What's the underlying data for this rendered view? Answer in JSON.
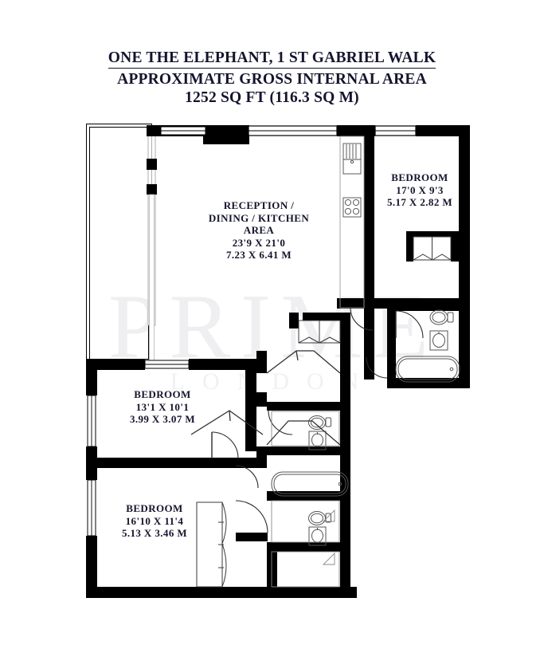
{
  "document": {
    "type": "floor-plan",
    "title_line_1": "ONE THE ELEPHANT, 1 ST GABRIEL WALK",
    "title_line_2": "APPROXIMATE GROSS INTERNAL AREA",
    "title_line_3": "1252 SQ FT (116.3 SQ M)",
    "area_sq_ft": "1252",
    "area_sq_m": "116.3"
  },
  "watermark": {
    "line_1": "PRIME",
    "line_2": "LONDON",
    "color": "#efeff2"
  },
  "rooms": [
    {
      "id": "reception-dining-kitchen",
      "name_line_1": "RECEPTION /",
      "name_line_2": "DINING / KITCHEN",
      "name_line_3": "AREA",
      "dims_imperial": "23'9 X 21'0",
      "dims_metric": "7.23 X 6.41 M"
    },
    {
      "id": "bedroom-1",
      "name": "BEDROOM",
      "dims_imperial": "17'0 X 9'3",
      "dims_metric": "5.17 X 2.82 M"
    },
    {
      "id": "bedroom-2",
      "name": "BEDROOM",
      "dims_imperial": "13'1 X 10'1",
      "dims_metric": "3.99 X 3.07 M"
    },
    {
      "id": "bedroom-3",
      "name": "BEDROOM",
      "dims_imperial": "16'10 X 11'4",
      "dims_metric": "5.13 X 3.46 M"
    }
  ],
  "fixtures": [
    {
      "id": "kitchen-sink",
      "icon": "sink-icon"
    },
    {
      "id": "kitchen-hob",
      "icon": "hob-icon"
    },
    {
      "id": "ensuite-wc",
      "icon": "wc-icon"
    },
    {
      "id": "ensuite-basin",
      "icon": "basin-icon"
    },
    {
      "id": "ensuite-bath",
      "icon": "bath-icon"
    },
    {
      "id": "bathroom-wc",
      "icon": "wc-icon"
    },
    {
      "id": "bathroom-basin",
      "icon": "basin-icon"
    },
    {
      "id": "shower-wc",
      "icon": "wc-icon"
    },
    {
      "id": "shower-basin",
      "icon": "basin-icon"
    },
    {
      "id": "shower-bath",
      "icon": "bath-icon"
    },
    {
      "id": "wardrobe-bedroom-1",
      "icon": "wardrobe-icon"
    },
    {
      "id": "wardrobe-bedroom-3",
      "icon": "wardrobe-icon"
    }
  ],
  "colors": {
    "wall": "#000000",
    "text": "#14142e",
    "background": "#ffffff",
    "fixture_outline": "#555555"
  }
}
